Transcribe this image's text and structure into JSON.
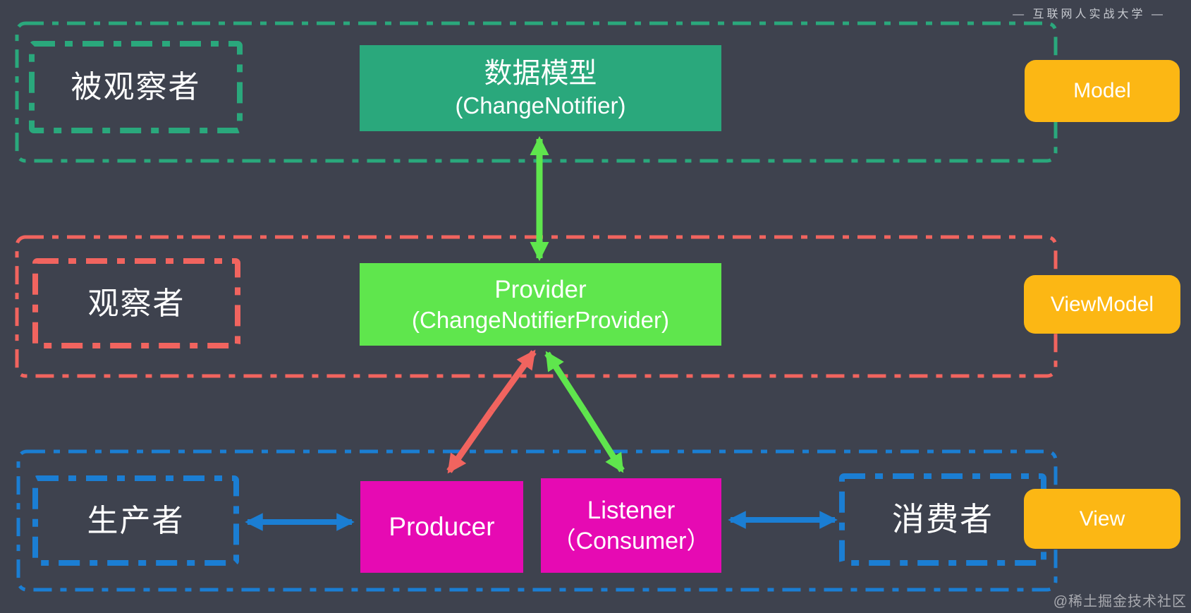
{
  "watermarks": {
    "top": "— 互联网人实战大学 —",
    "bottom": "@稀土掘金技术社区"
  },
  "zones": {
    "observable": {
      "label": "被观察者"
    },
    "observer": {
      "label": "观察者"
    },
    "producer": {
      "label": "生产者"
    },
    "consumer": {
      "label": "消费者"
    }
  },
  "nodes": {
    "data_model": {
      "title": "数据模型",
      "subtitle": "(ChangeNotifier)"
    },
    "provider": {
      "title": "Provider",
      "subtitle": "(ChangeNotifierProvider)"
    },
    "producer": {
      "label": "Producer"
    },
    "listener": {
      "title": "Listener",
      "subtitle": "（Consumer）"
    },
    "model_tag": {
      "label": "Model"
    },
    "viewmodel_tag": {
      "label": "ViewModel"
    },
    "view_tag": {
      "label": "View"
    }
  },
  "arrows": [
    {
      "from": "data_model",
      "to": "provider",
      "color": "#5fe64d",
      "bidirectional": true
    },
    {
      "from": "provider",
      "to": "producer",
      "color": "#f1645f",
      "bidirectional": true
    },
    {
      "from": "provider",
      "to": "listener",
      "color": "#5fe64d",
      "bidirectional": true
    },
    {
      "from": "producer_zone",
      "to": "producer",
      "color": "#1b7ed3",
      "bidirectional": true
    },
    {
      "from": "listener",
      "to": "consumer_zone",
      "color": "#1b7ed3",
      "bidirectional": true
    }
  ],
  "colors": {
    "background": "#3e424e",
    "teal": "#2aa87c",
    "bright_green": "#5fe64d",
    "red": "#f1645f",
    "blue": "#1b7ed3",
    "magenta": "#e60ab3",
    "orange": "#fcb714",
    "text": "#ffffff"
  }
}
